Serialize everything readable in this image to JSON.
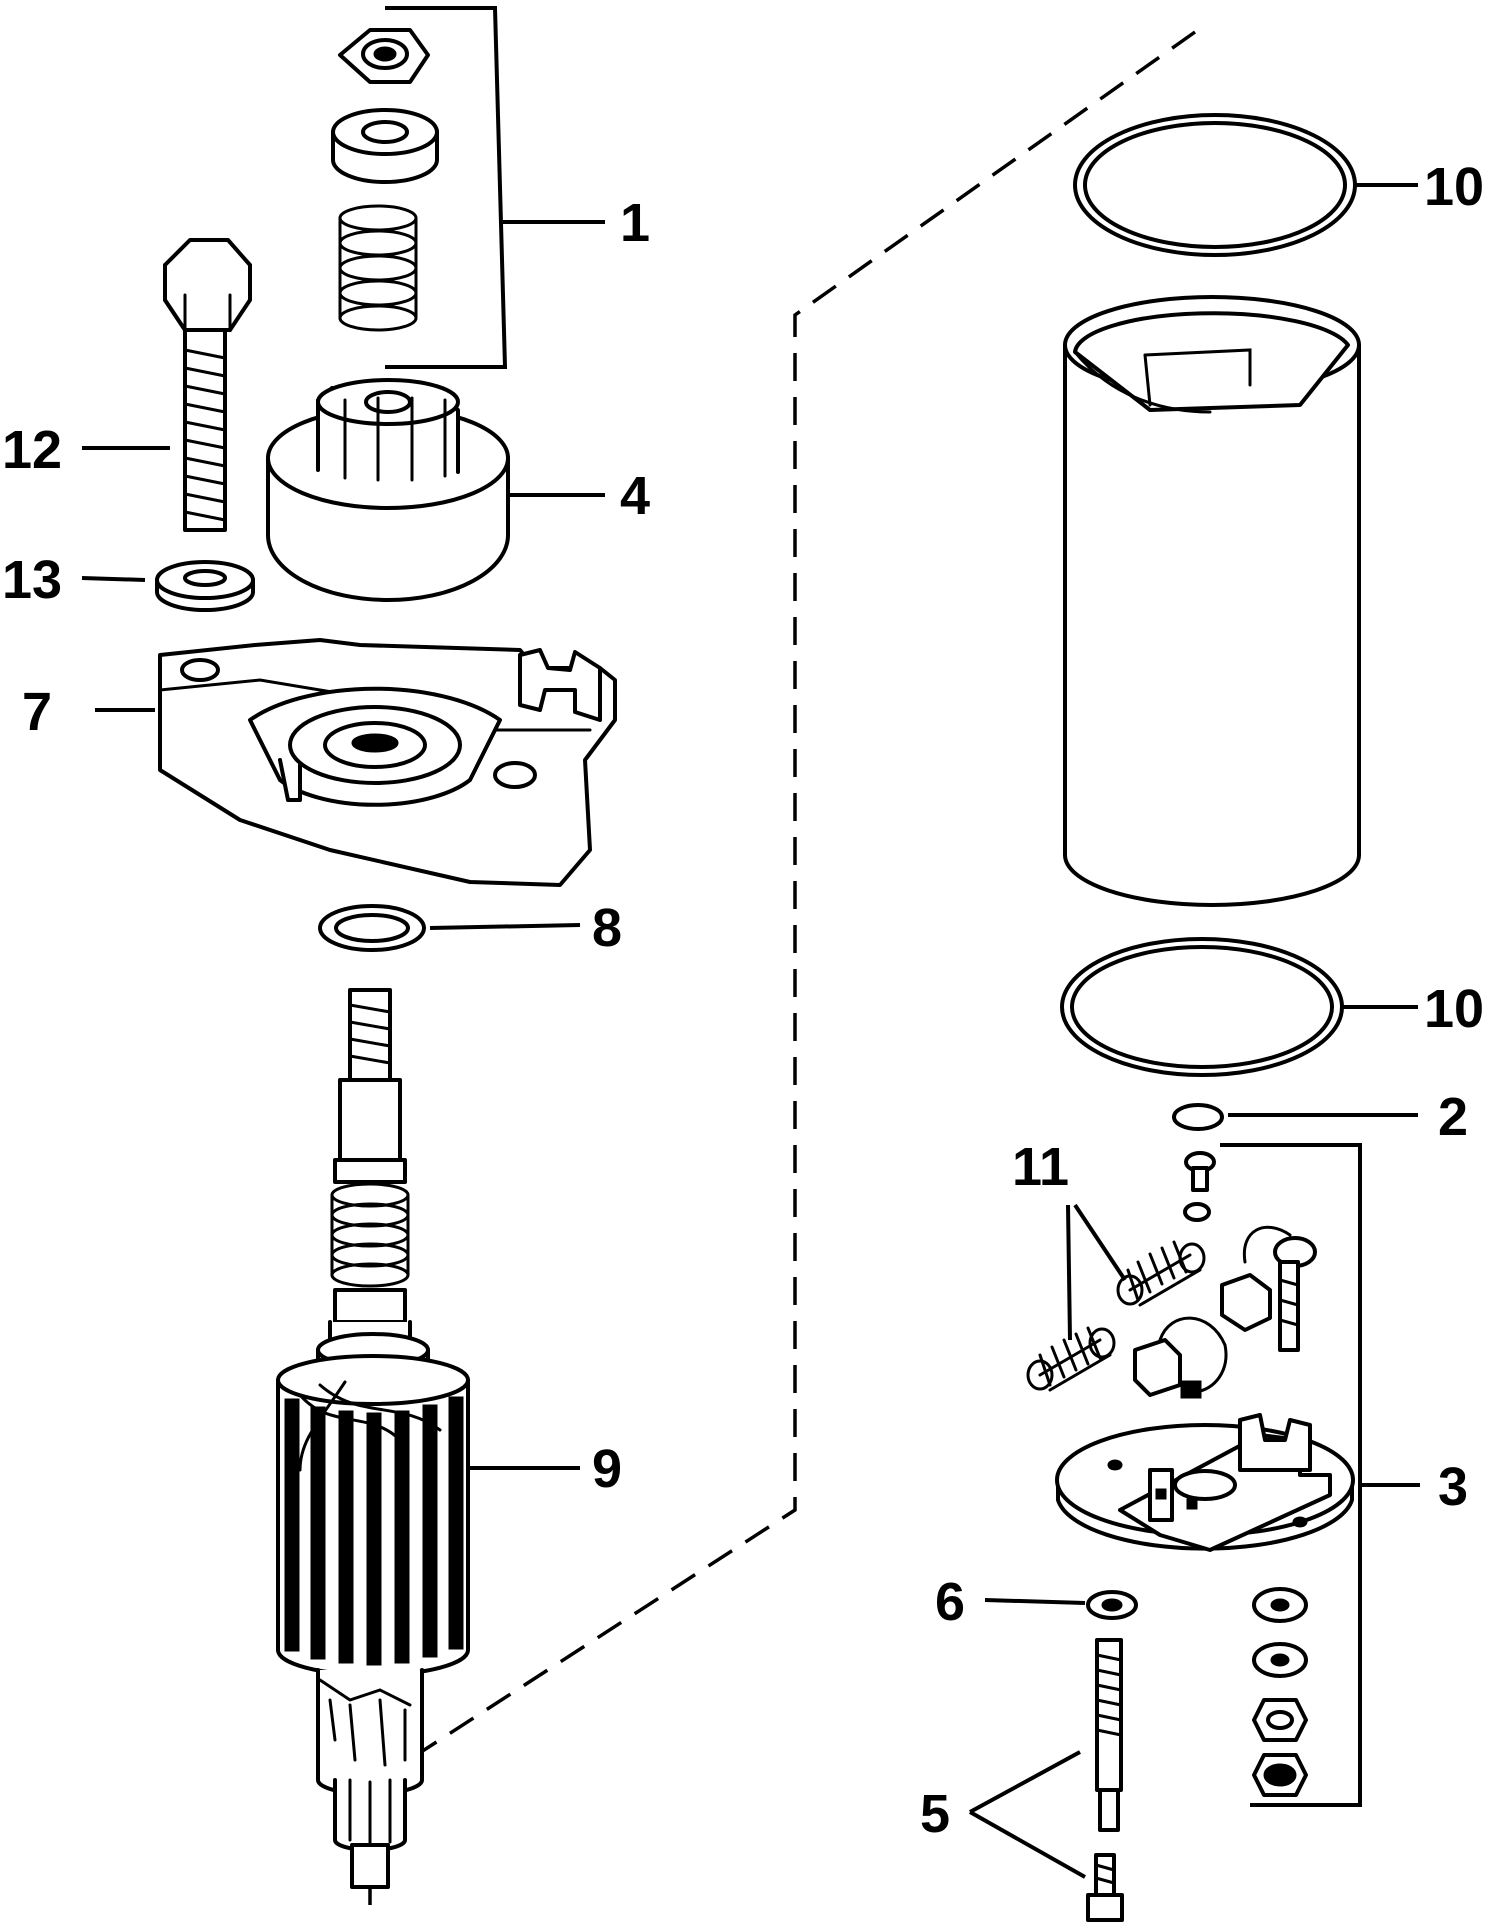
{
  "callouts": {
    "c1": "1",
    "c2": "2",
    "c3": "3",
    "c4": "4",
    "c5": "5",
    "c6": "6",
    "c7": "7",
    "c8": "8",
    "c9": "9",
    "c10a": "10",
    "c10b": "10",
    "c11": "11",
    "c12": "12",
    "c13": "13"
  },
  "colors": {
    "ink": "#000000",
    "paper": "#ffffff"
  }
}
